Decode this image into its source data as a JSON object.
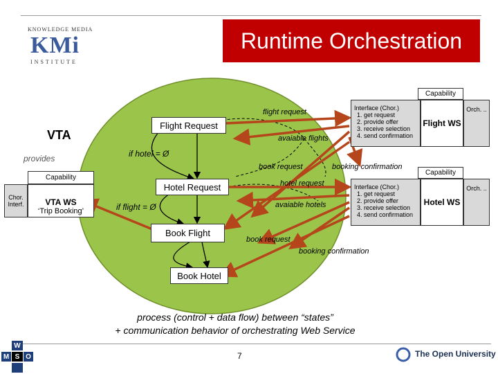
{
  "title": "Runtime Orchestration",
  "logo_kmi": {
    "line1": "KNOWLEDGE MEDIA",
    "mark": "KMi",
    "line2": "INSTITUTE"
  },
  "logo_ou": "The Open University",
  "logo_wsmo": {
    "letters": [
      "W",
      "S",
      "M",
      "O"
    ]
  },
  "vta": {
    "label": "VTA",
    "provides": "provides",
    "capability": "Capability",
    "chor_interf": "Chor. Interf.",
    "ws_name": "VTA WS",
    "ws_sub": "‘Trip Booking’"
  },
  "states": {
    "flight_request": "Flight Request",
    "hotel_request": "Hotel Request",
    "book_flight": "Book Flight",
    "book_hotel": "Book Hotel"
  },
  "conditions": {
    "if_hotel": "if hotel = Ø",
    "if_flight": "if flight = Ø"
  },
  "messages": {
    "flight_request": "flight request",
    "available_flights": "avaiable flights",
    "book_request_1": "book request",
    "booking_confirmation_1": "booking confirmation",
    "hotel_request": "hotel request",
    "available_hotels": "avaiable hotels",
    "book_request_2": "book request",
    "booking_confirmation_2": "booking confirmation"
  },
  "flight_ws": {
    "capability": "Capability",
    "name": "Flight WS",
    "orch": "Orch. ..",
    "interface_title": "Interface (Chor.)",
    "steps": [
      "get request",
      "provide offer",
      "receive selection",
      "send confirmation"
    ]
  },
  "hotel_ws": {
    "capability": "Capability",
    "name": "Hotel WS",
    "orch": "Orch. ..",
    "interface_title": "Interface (Chor.)",
    "steps": [
      "get request",
      "provide offer",
      "receive selection",
      "send confirmation"
    ]
  },
  "caption_line1": "process (control + data flow) between “states”",
  "caption_line2": "+ communication behavior of orchestrating Web Service",
  "page_number": "7",
  "colors": {
    "title_bar": "#c00000",
    "ellipse": "#9bc44a",
    "arrow": "#b5451b",
    "box_grey": "#d9d9d9"
  }
}
